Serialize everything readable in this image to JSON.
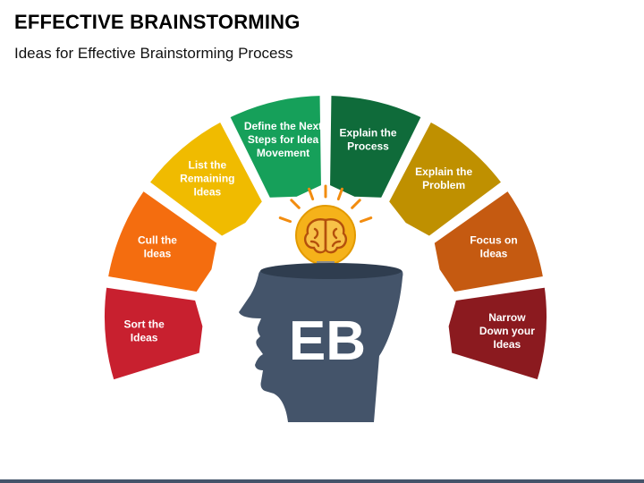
{
  "header": {
    "title": "EFFECTIVE BRAINSTORMING",
    "subtitle": "Ideas for Effective Brainstorming Process"
  },
  "center": {
    "monogram": "EB",
    "head_color": "#44546a",
    "bulb_color": "#f5b21a"
  },
  "segments": [
    {
      "key": "sort",
      "lines": [
        "Sort the",
        "Ideas"
      ],
      "color": "#c8202f"
    },
    {
      "key": "cull",
      "lines": [
        "Cull the",
        "Ideas"
      ],
      "color": "#f46d0f"
    },
    {
      "key": "list",
      "lines": [
        "List the",
        "Remaining",
        "Ideas"
      ],
      "color": "#f0bb00"
    },
    {
      "key": "define",
      "lines": [
        "Define the Next",
        "Steps for Idea",
        "Movement"
      ],
      "color": "#16a05a"
    },
    {
      "key": "explain-process",
      "lines": [
        "Explain the",
        "Process"
      ],
      "color": "#0f6b3a"
    },
    {
      "key": "explain-problem",
      "lines": [
        "Explain the",
        "Problem"
      ],
      "color": "#bf9000"
    },
    {
      "key": "focus",
      "lines": [
        "Focus on",
        "Ideas"
      ],
      "color": "#c55a11"
    },
    {
      "key": "narrow",
      "lines": [
        "Narrow",
        "Down your",
        "Ideas"
      ],
      "color": "#8b1a1f"
    }
  ]
}
